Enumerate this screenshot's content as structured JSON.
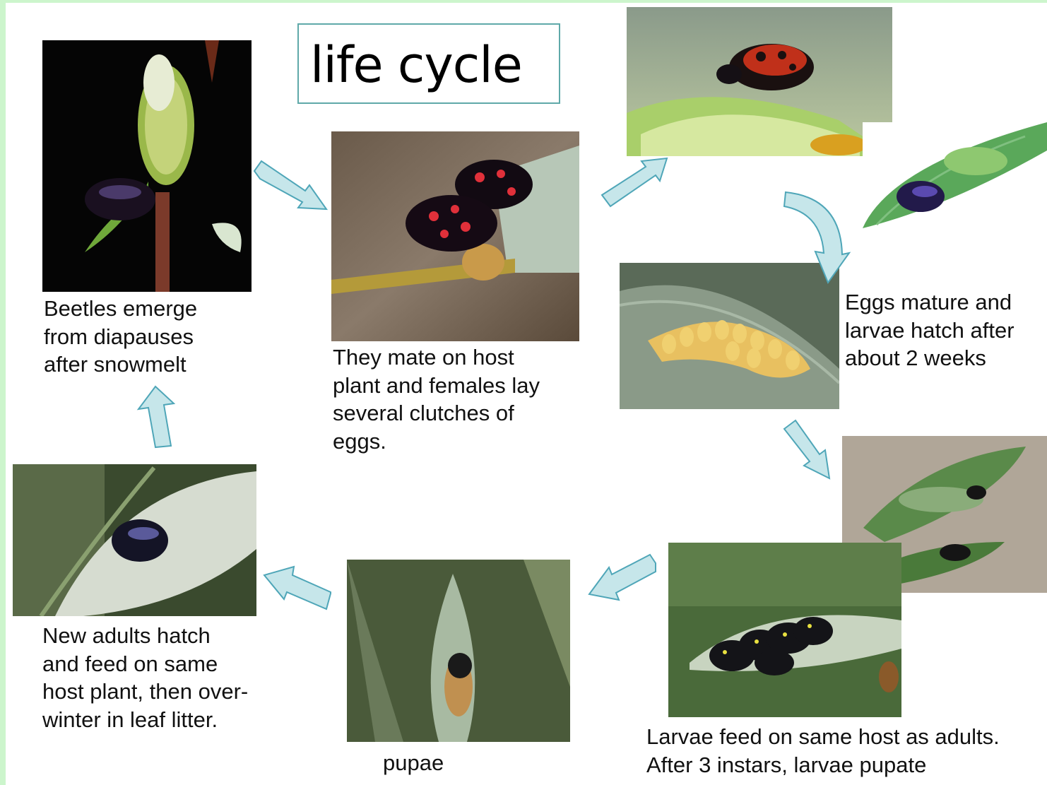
{
  "title": "life cycle",
  "stages": {
    "emerge": {
      "caption": "Beetles emerge\nfrom diapauses\nafter snowmelt",
      "image_alt": "beetle on willow catkin"
    },
    "mate": {
      "caption": "They mate on host\nplant and females lay\nseveral clutches of\neggs.",
      "image_alt": "mating beetles on willow twig"
    },
    "adult_catkin": {
      "image_alt": "adult beetle on willow catkin"
    },
    "adult_leaf": {
      "image_alt": "beetle laying eggs on leaf"
    },
    "eggs": {
      "caption": "Eggs mature and\nlarvae hatch after\nabout 2 weeks",
      "image_alt": "yellow egg cluster on leaf"
    },
    "larvae_feeding": {
      "image_alt": "larvae feeding on leaves"
    },
    "larvae": {
      "caption": "Larvae feed on same host as adults.\nAfter 3 instars, larvae pupate",
      "image_alt": "group of black larvae on leaf"
    },
    "pupae": {
      "caption": "pupae",
      "image_alt": "pupa attached to leaf"
    },
    "new_adults": {
      "caption": "New adults hatch\nand feed on same\nhost plant, then over-\nwinter in leaf litter.",
      "image_alt": "new adult beetle on leaf"
    }
  },
  "colors": {
    "arrow_fill": "#c6e6ea",
    "arrow_stroke": "#4fa6b8",
    "title_border": "#5fa9a9",
    "page_border": "#ccf5cc"
  }
}
